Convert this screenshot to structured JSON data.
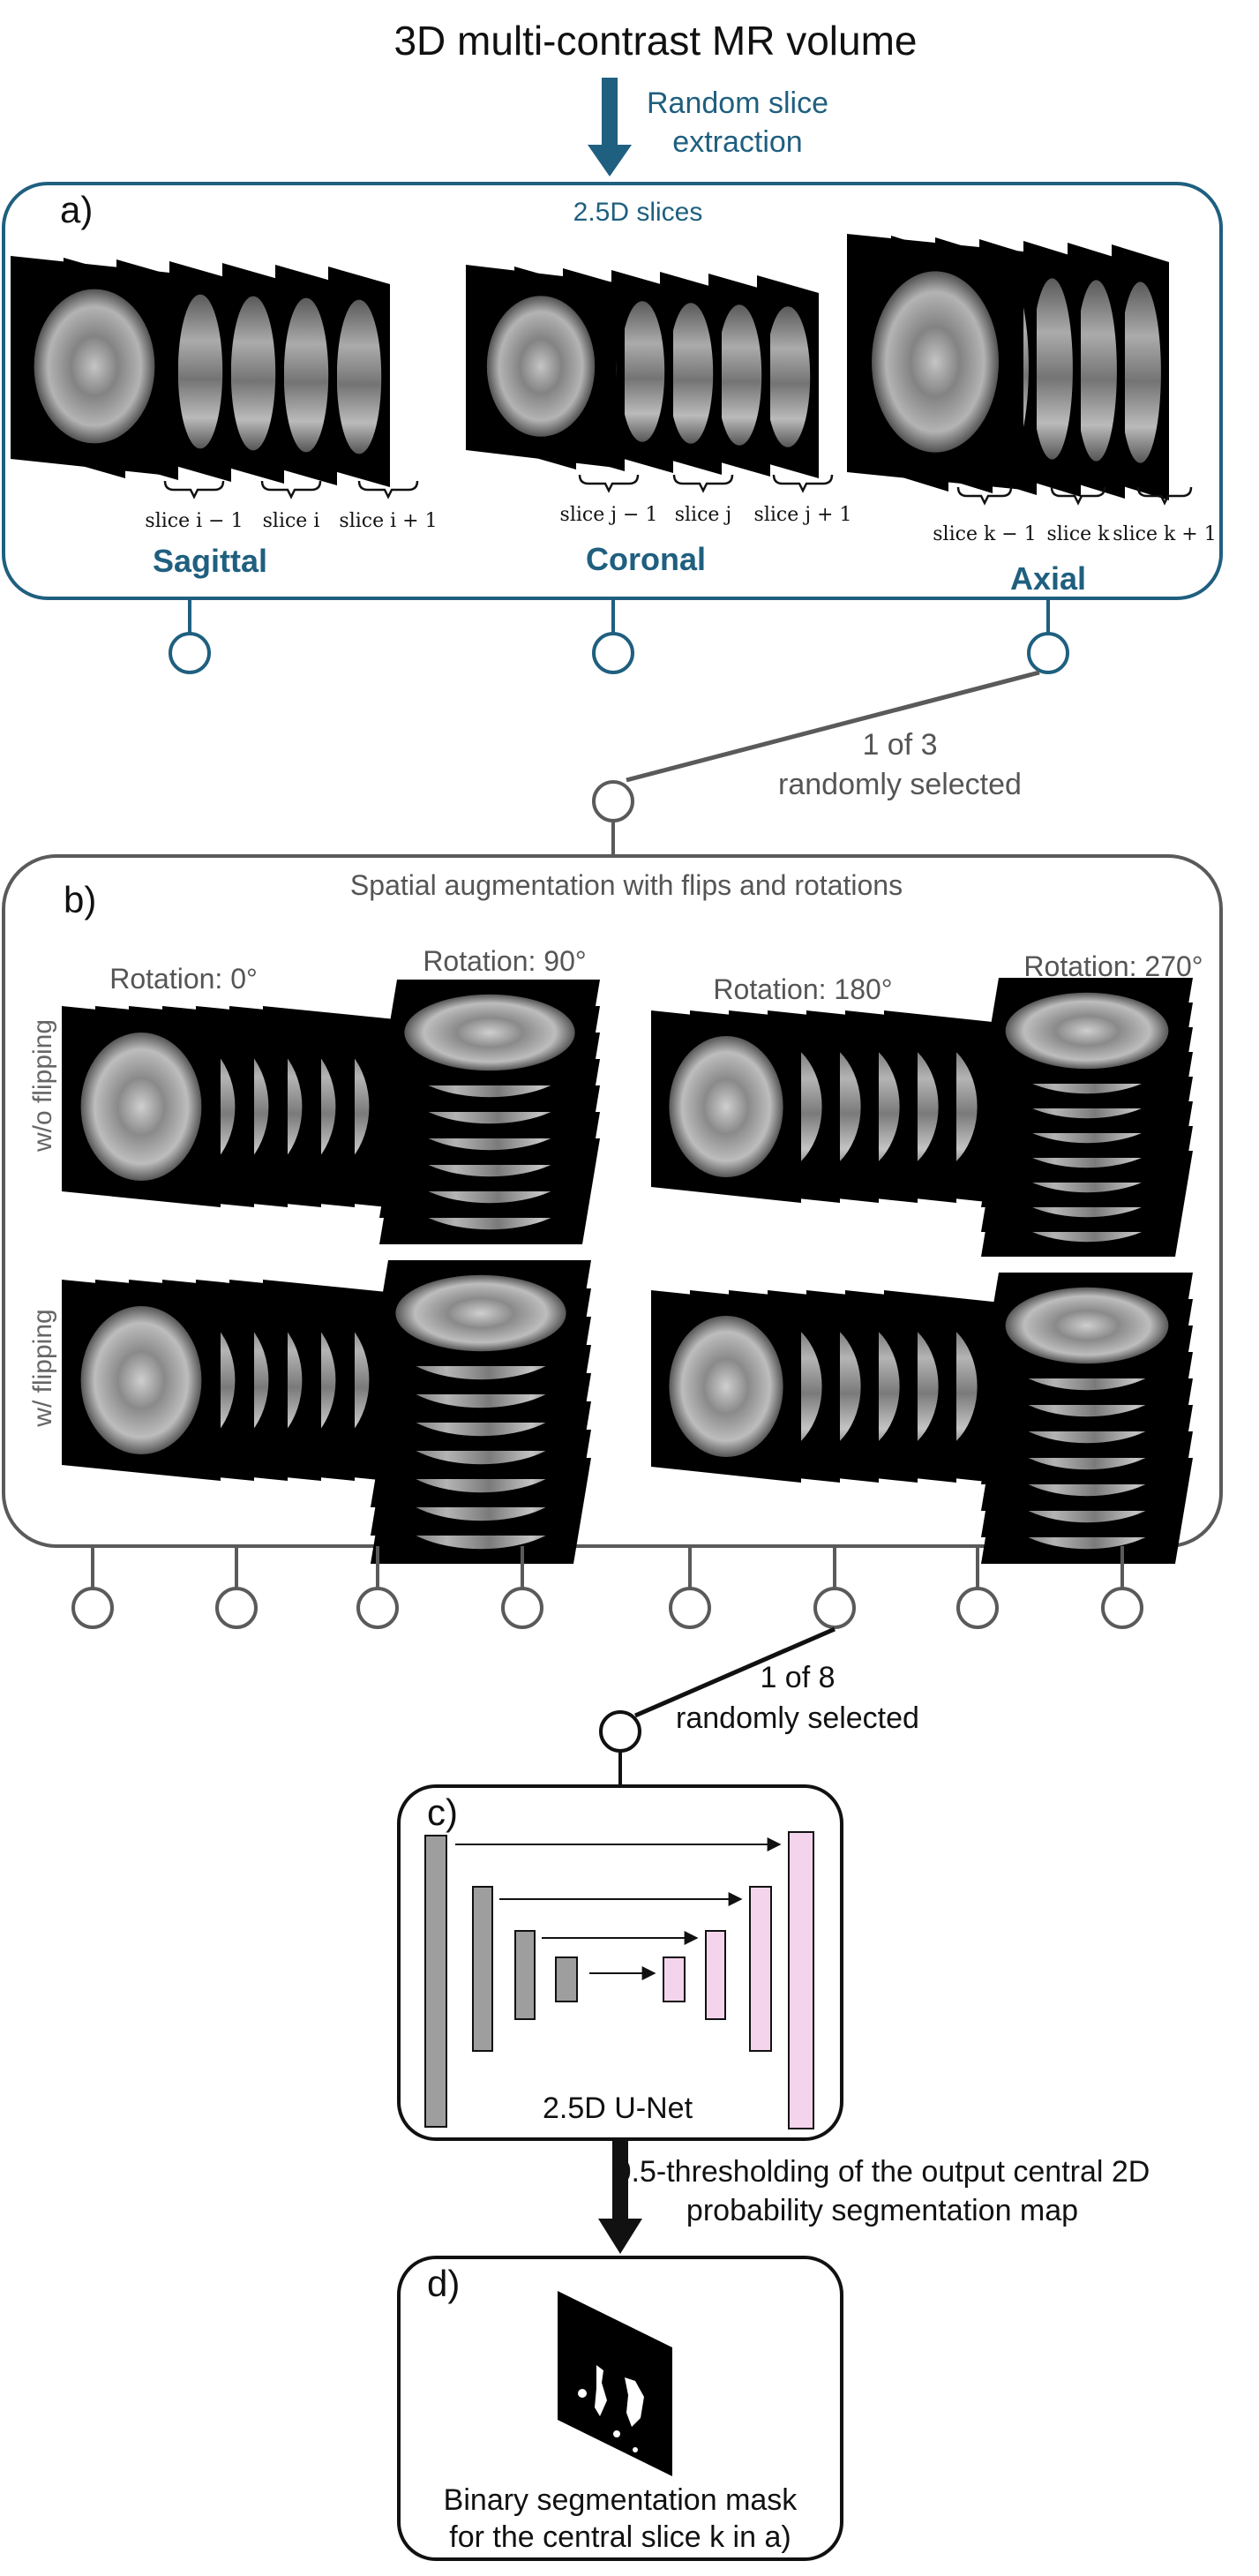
{
  "title": "3D multi-contrast MR volume",
  "extraction_label": [
    "Random slice",
    "extraction"
  ],
  "panel_a": {
    "label": "a)",
    "header": "2.5D slices",
    "views": [
      {
        "name": "Sagittal",
        "slices": [
          "slice i − 1",
          "slice i",
          "slice i + 1"
        ]
      },
      {
        "name": "Coronal",
        "slices": [
          "slice j − 1",
          "slice j",
          "slice j + 1"
        ]
      },
      {
        "name": "Axial",
        "slices": [
          "slice k − 1",
          "slice k",
          "slice k + 1"
        ]
      }
    ]
  },
  "select_a": [
    "1 of 3",
    "randomly selected"
  ],
  "panel_b": {
    "label": "b)",
    "header": "Spatial augmentation with flips and rotations",
    "row_labels": [
      "w/o flipping",
      "w/ flipping"
    ],
    "rotations": [
      "Rotation: 0°",
      "Rotation: 90°",
      "Rotation: 180°",
      "Rotation: 270°"
    ]
  },
  "select_b": [
    "1 of 8",
    "randomly selected"
  ],
  "panel_c": {
    "label": "c)",
    "caption": "2.5D U-Net"
  },
  "threshold_label": [
    "0.5-thresholding of the output central 2D",
    "probability segmentation map"
  ],
  "panel_d": {
    "label": "d)",
    "caption": [
      "Binary segmentation mask",
      "for the central slice k in a)"
    ]
  },
  "colors": {
    "blue": "#1f5f7f",
    "gray_line": "#5a5a5a",
    "encoder": "#9e9e9e",
    "decoder": "#f4d4ec"
  }
}
